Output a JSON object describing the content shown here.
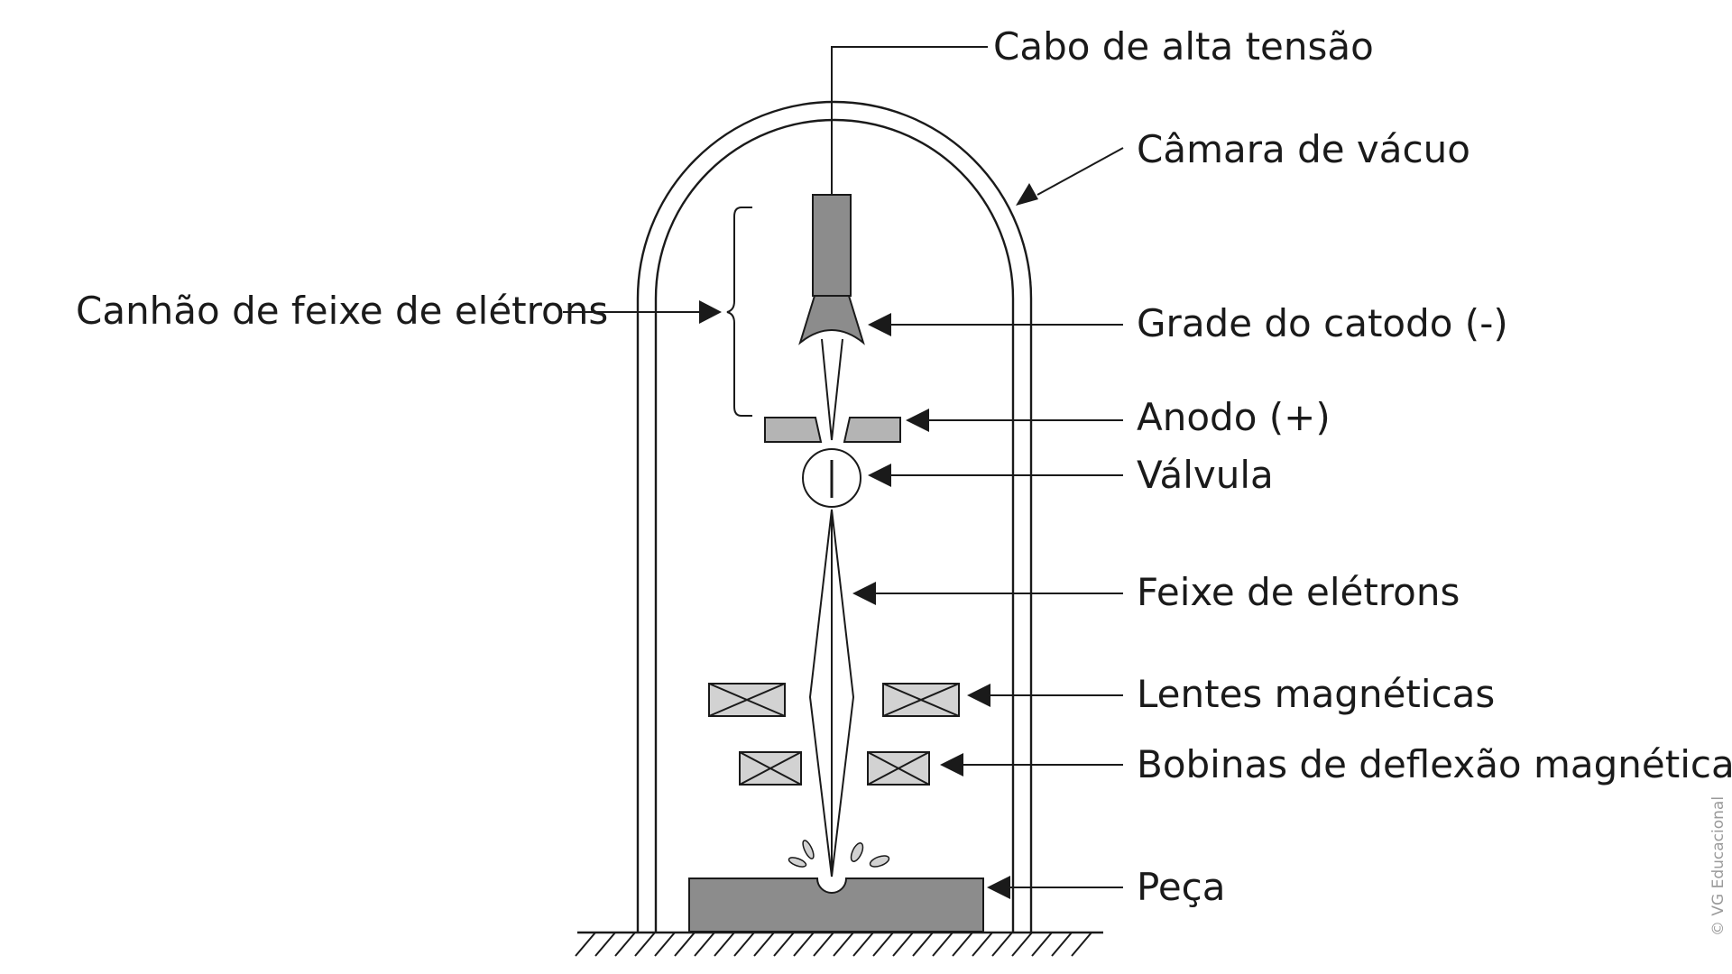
{
  "labels": {
    "cable": "Cabo de alta tensão",
    "chamber": "Câmara de vácuo",
    "gun": "Canhão de feixe de elétrons",
    "cathode": "Grade do catodo (-)",
    "anode": "Anodo (+)",
    "valve": "Válvula",
    "beam": "Feixe de elétrons",
    "lenses": "Lentes magnéticas",
    "coils": "Bobinas de deflexão magnética",
    "workpiece": "Peça"
  },
  "credit": "© VG Educacional",
  "colors": {
    "line": "#1a1a1a",
    "part_fill": "#8c8c8c",
    "light_fill": "#b4b4b4",
    "coil_fill": "#d2d2d2",
    "credit": "#9a9a9a"
  }
}
